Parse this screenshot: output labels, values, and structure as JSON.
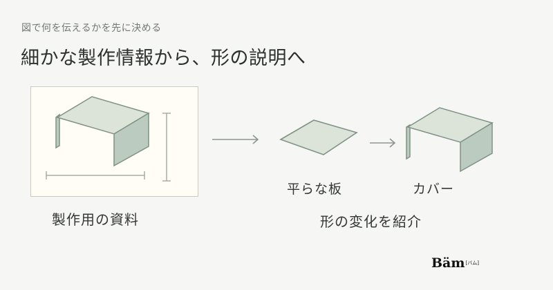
{
  "header": {
    "subtitle": "図で何を伝えるかを先に決める",
    "title": "細かな製作情報から、形の説明へ"
  },
  "left": {
    "caption": "製作用の資料"
  },
  "right": {
    "caption": "形の変化を紹介",
    "flat_label": "平らな板",
    "cover_label": "カバー"
  },
  "logo": {
    "main": "Bäm",
    "sub": "[バム]"
  },
  "colors": {
    "background": "#f6f6f4",
    "panel": "#fffdf5",
    "shape_fill": "#dce3d8",
    "shape_side": "#bccbbf",
    "shape_stroke": "#7f9283",
    "arrow": "#8b958b"
  }
}
